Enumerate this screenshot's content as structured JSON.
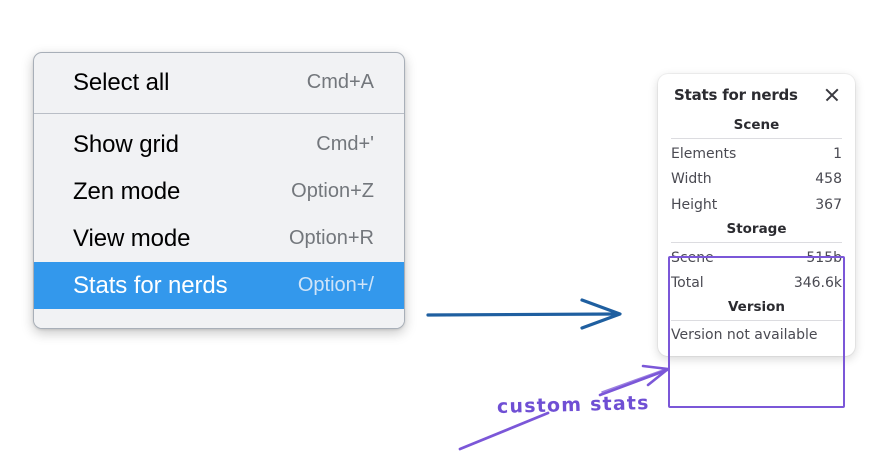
{
  "colors": {
    "menu_background": "#f1f2f4",
    "menu_border": "#a8afb8",
    "menu_divider": "#b9bec6",
    "menu_highlight": "#3398ec",
    "menu_label": "#000000",
    "menu_shortcut": "#73777c",
    "panel_background": "#ffffff",
    "panel_text": "#4a4a52",
    "panel_title": "#2b2b30",
    "panel_rule": "#dcdce0",
    "annotation_purple": "#7b57d8",
    "annotation_blue": "#1f5fa0",
    "page_background": "#ffffff"
  },
  "context_menu": {
    "groups": [
      {
        "items": [
          {
            "label": "Select all",
            "shortcut": "Cmd+A",
            "selected": false
          }
        ]
      },
      {
        "items": [
          {
            "label": "Show grid",
            "shortcut": "Cmd+'",
            "selected": false
          },
          {
            "label": "Zen mode",
            "shortcut": "Option+Z",
            "selected": false
          },
          {
            "label": "View mode",
            "shortcut": "Option+R",
            "selected": false
          },
          {
            "label": "Stats for nerds",
            "shortcut": "Option+/",
            "selected": true
          }
        ]
      }
    ]
  },
  "stats_panel": {
    "title": "Stats for nerds",
    "close_icon": "close-icon",
    "sections": [
      {
        "name": "Scene",
        "rows": [
          {
            "key": "Elements",
            "value": "1"
          },
          {
            "key": "Width",
            "value": "458"
          },
          {
            "key": "Height",
            "value": "367"
          }
        ]
      },
      {
        "name": "Storage",
        "rows": [
          {
            "key": "Scene",
            "value": "515b"
          },
          {
            "key": "Total",
            "value": "346.6k"
          }
        ]
      },
      {
        "name": "Version",
        "note": "Version not available"
      }
    ]
  },
  "annotations": {
    "handwritten_note": "custom stats",
    "blue_arrow": "arrow-right-icon",
    "purple_arrow": "arrow-up-right-icon",
    "purple_underline": "underline-stroke-icon",
    "purple_box": "highlight-box"
  }
}
